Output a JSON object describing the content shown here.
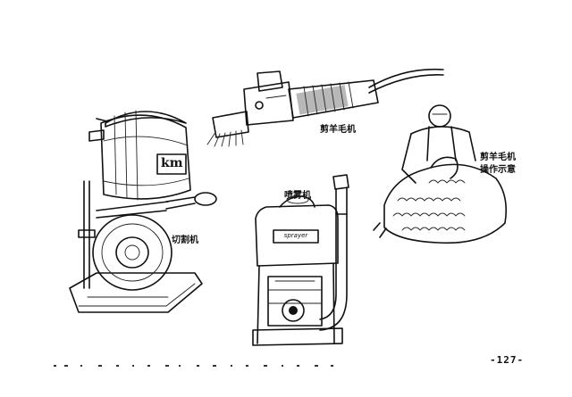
{
  "captions": {
    "cutter": "切割机",
    "clipper": "剪羊毛机",
    "sprayer": "喷雾机",
    "demo_line1": "剪羊毛机",
    "demo_line2": "操作示意"
  },
  "badges": {
    "cutter_logo": "km",
    "sprayer_logo": "sprayer"
  },
  "page_number": "-127-"
}
